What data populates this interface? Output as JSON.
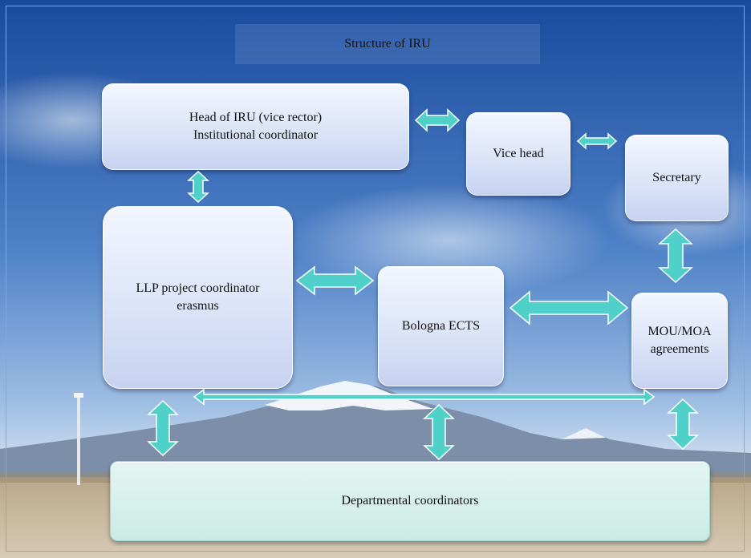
{
  "title": "Structure of IRU",
  "nodes": {
    "head": {
      "line1": "Head of IRU (vice rector)",
      "line2": "Institutional coordinator"
    },
    "vice_head": {
      "label": "Vice head"
    },
    "secretary": {
      "label": "Secretary"
    },
    "llp": {
      "line1": "LLP project coordinator",
      "line2": "erasmus"
    },
    "bologna": {
      "label": "Bologna ECTS"
    },
    "mou": {
      "line1": "MOU/MOA",
      "line2": "agreements"
    },
    "departmental": {
      "label": "Departmental coordinators"
    }
  },
  "colors": {
    "arrow_fill": "#4fd0c8",
    "arrow_stroke": "#ffffff",
    "sky_top": "#1c4fa0",
    "sky_bottom": "#a9c6e8",
    "ground": "#c9b89c"
  },
  "connections": [
    {
      "from": "head",
      "to": "vice_head"
    },
    {
      "from": "vice_head",
      "to": "secretary"
    },
    {
      "from": "head",
      "to": "llp"
    },
    {
      "from": "secretary",
      "to": "mou"
    },
    {
      "from": "llp",
      "to": "bologna"
    },
    {
      "from": "bologna",
      "to": "mou"
    },
    {
      "from": "llp",
      "to": "mou"
    },
    {
      "from": "llp",
      "to": "departmental"
    },
    {
      "from": "bologna",
      "to": "departmental"
    },
    {
      "from": "mou",
      "to": "departmental"
    }
  ]
}
